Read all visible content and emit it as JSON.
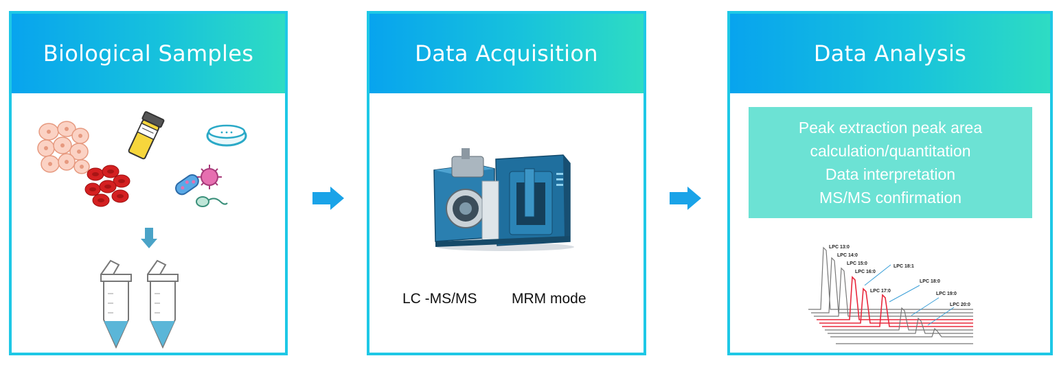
{
  "panels": [
    {
      "title": "Biological Samples"
    },
    {
      "title": "Data Acquisition",
      "caption_left": "LC -MS/MS",
      "caption_right": "MRM mode"
    },
    {
      "title": "Data Analysis",
      "lines": [
        "Peak extraction peak area",
        "calculation/quantitation",
        "Data interpretation",
        "MS/MS confirmation"
      ]
    }
  ],
  "chromatogram": {
    "labels": [
      "LPC 13:0",
      "LPC 14:0",
      "LPC 15:0",
      "LPC 16:0",
      "LPC 18:1",
      "LPC 17:0",
      "LPC 18:0",
      "LPC 19:0",
      "LPC 20:0"
    ]
  },
  "colors": {
    "border": "#1ec8e6",
    "header_start": "#08a4ee",
    "header_end": "#2edcc3",
    "arrow": "#1aa3e8",
    "analysis_box": "#6ce2d4",
    "highlight_trace": "#e8283c"
  },
  "icons": [
    "cells-icon",
    "sample-vial-icon",
    "petri-dish-icon",
    "red-blood-cells-icon",
    "microbes-icon",
    "down-arrow-icon",
    "microtube-icon",
    "mass-spectrometer-icon",
    "flow-arrow-icon"
  ]
}
